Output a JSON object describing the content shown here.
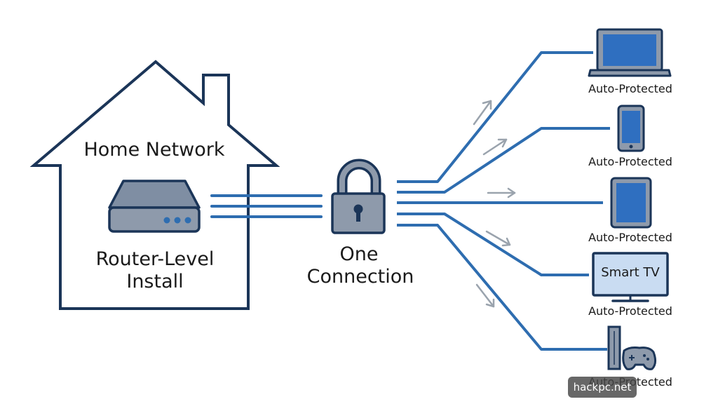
{
  "diagram": {
    "house_title": "Home Network",
    "router_label_line1": "Router-Level",
    "router_label_line2": "Install",
    "lock_label_line1": "One",
    "lock_label_line2": "Connection",
    "devices": [
      {
        "icon": "laptop-icon",
        "label": "Auto-Protected"
      },
      {
        "icon": "phone-icon",
        "label": "Auto-Protected"
      },
      {
        "icon": "tablet-icon",
        "label": "Auto-Protected"
      },
      {
        "icon": "tv-icon",
        "label": "Auto-Protected",
        "screen_text": "Smart TV"
      },
      {
        "icon": "game-console-icon",
        "label": "Auto-Protected"
      }
    ],
    "watermark": "hackpc.net"
  },
  "colors": {
    "outline": "#1b3558",
    "line_blue": "#2e6db0",
    "screen_blue": "#2f6fc0",
    "tv_screen": "#c9dcf2",
    "device_gray": "#8e9aab",
    "arrow_gray": "#9aa3ad"
  }
}
